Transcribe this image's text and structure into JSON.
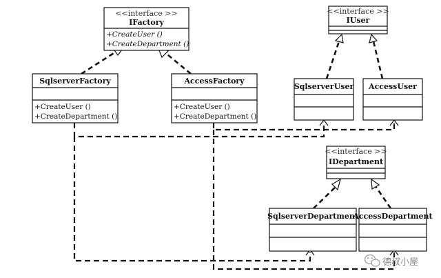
{
  "diagram": {
    "stereotype": "<<interface >>",
    "ifactory": {
      "name": "IFactory",
      "operations": [
        "+CreateUser ()",
        "+CreateDepartment ()"
      ]
    },
    "sqlserver_factory": {
      "name": "SqlserverFactory",
      "operations": [
        "+CreateUser ()",
        "+CreateDepartment ()"
      ]
    },
    "access_factory": {
      "name": "AccessFactory",
      "operations": [
        "+CreateUser ()",
        "+CreateDepartment ()"
      ]
    },
    "iuser": {
      "name": "IUser"
    },
    "sqlserver_user": {
      "name": "SqlserverUser"
    },
    "access_user": {
      "name": "AccessUser"
    },
    "idepartment": {
      "name": "IDepartment"
    },
    "sqlserver_department": {
      "name": "SqlserverDepartment"
    },
    "access_department": {
      "name": "AccessDepartment"
    }
  },
  "watermark": {
    "text": "德叔小屋",
    "icon": "wechat-icon"
  },
  "colors": {
    "line": "#111111",
    "background": "#ffffff"
  }
}
